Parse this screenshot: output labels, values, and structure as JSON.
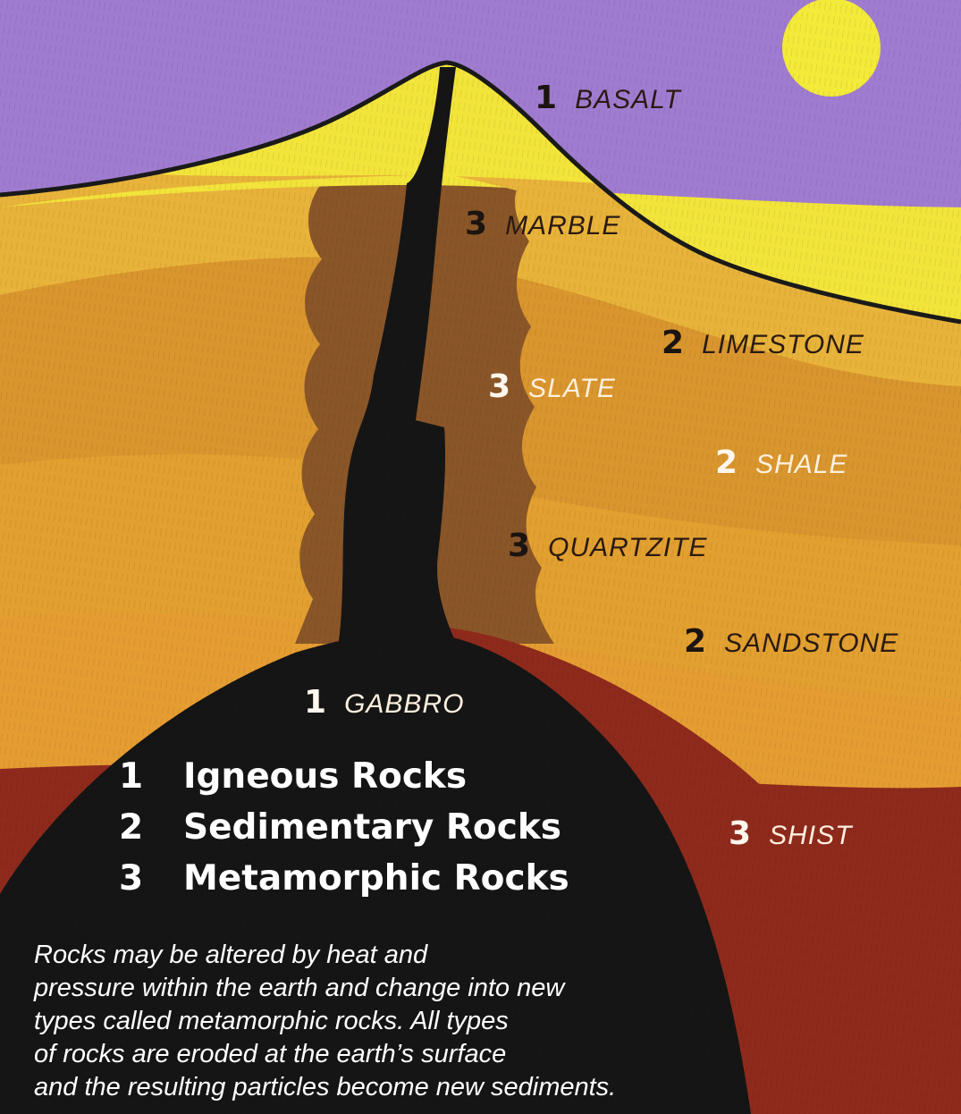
{
  "labels": {
    "basalt": {
      "num": "1",
      "name": "BASALT"
    },
    "marble": {
      "num": "3",
      "name": "MARBLE"
    },
    "limestone": {
      "num": "2",
      "name": "LIMESTONE"
    },
    "slate": {
      "num": "3",
      "name": "SLATE"
    },
    "shale": {
      "num": "2",
      "name": "SHALE"
    },
    "quartzite": {
      "num": "3",
      "name": "QUARTZITE"
    },
    "sandstone": {
      "num": "2",
      "name": "SANDSTONE"
    },
    "gabbro": {
      "num": "1",
      "name": "GABBRO"
    },
    "shist": {
      "num": "3",
      "name": "SHIST"
    }
  },
  "legend": [
    {
      "num": "1",
      "label": "Igneous Rocks"
    },
    {
      "num": "2",
      "label": "Sedimentary Rocks"
    },
    {
      "num": "3",
      "label": "Metamorphic Rocks"
    }
  ],
  "caption_lines": [
    "Rocks may be altered by heat and",
    "pressure within the earth and change into new",
    "types called metamorphic rocks. All types",
    "of rocks are eroded at the earth’s surface",
    "and the resulting particles become new sediments."
  ],
  "colors": {
    "sky": "#a07cd0",
    "sun": "#f3ea3a",
    "water": "#3cc4e8",
    "volcano": "#f2e43a",
    "layer_top": "#e8b33a",
    "layer_mid": "#d9962e",
    "layer_low": "#e2a030",
    "metamorphic_zone": "#8a5628",
    "deep_red": "#8e2a1c",
    "magma": "#151515"
  }
}
